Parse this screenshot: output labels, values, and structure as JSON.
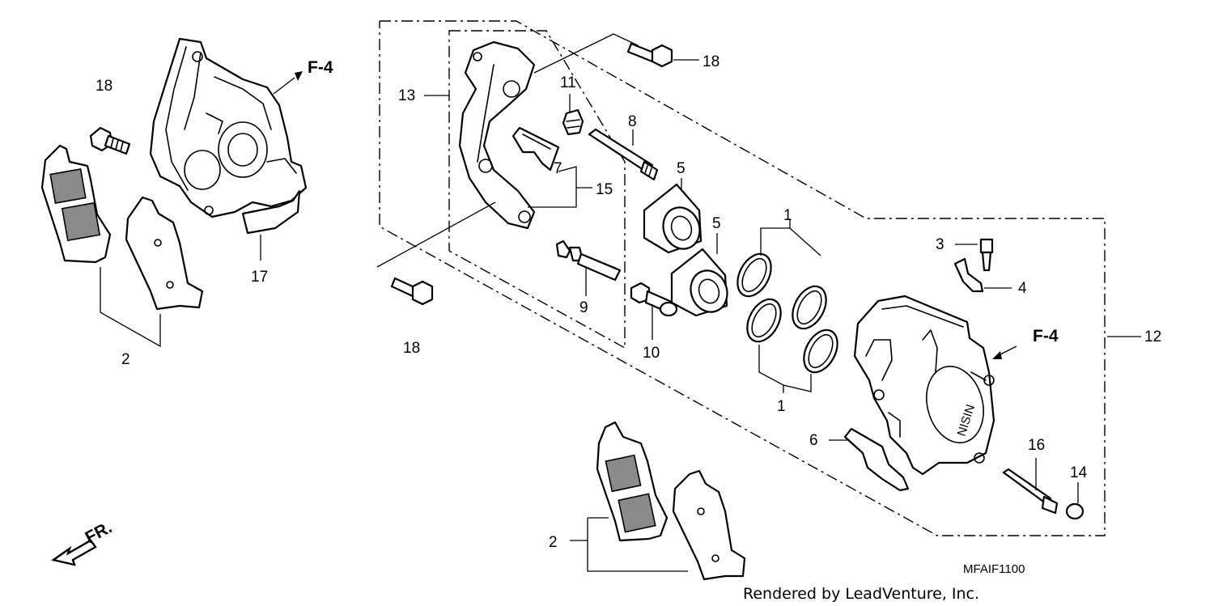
{
  "callouts": {
    "c1a": "1",
    "c1b": "1",
    "c2a": "2",
    "c2b": "2",
    "c3": "3",
    "c4": "4",
    "c5a": "5",
    "c5b": "5",
    "c6": "6",
    "c7": "7",
    "c8": "8",
    "c9": "9",
    "c10": "10",
    "c11": "11",
    "c12": "12",
    "c13": "13",
    "c14": "14",
    "c15": "15",
    "c16": "16",
    "c17": "17",
    "c18a": "18",
    "c18b": "18",
    "c18c": "18"
  },
  "refs": {
    "f4a": "F-4",
    "f4b": "F-4",
    "front": "FR."
  },
  "diagram_code": "MFAIF1100",
  "credit": "Rendered by LeadVenture, Inc."
}
